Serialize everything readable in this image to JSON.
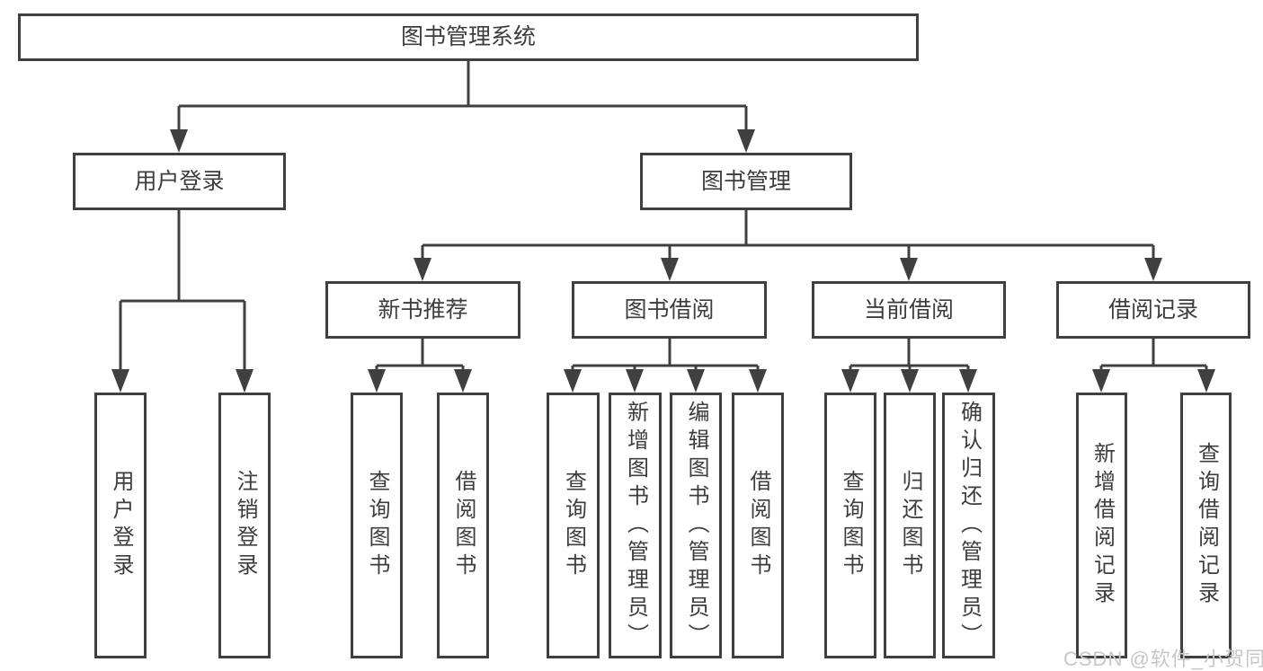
{
  "diagram": {
    "title": "图书管理系统",
    "branches": [
      {
        "label": "用户登录",
        "leaves": [
          "用户登录",
          "注销登录"
        ]
      },
      {
        "label": "图书管理",
        "groups": [
          {
            "label": "新书推荐",
            "leaves": [
              "查询图书",
              "借阅图书"
            ]
          },
          {
            "label": "图书借阅",
            "leaves": [
              "查询图书",
              "新增图书（管理员）",
              "编辑图书（管理员）",
              "借阅图书"
            ]
          },
          {
            "label": "当前借阅",
            "leaves": [
              "查询图书",
              "归还图书",
              "确认归还（管理员）"
            ]
          },
          {
            "label": "借阅记录",
            "leaves": [
              "新增借阅记录",
              "查询借阅记录"
            ]
          }
        ]
      }
    ]
  },
  "watermark": "CSDN @软件_小贺同学",
  "colors": {
    "line": "#404040",
    "box_border": "#404040",
    "text": "#3d3d3d",
    "watermark_text": "#c7c7c7",
    "background": "#ffffff"
  }
}
